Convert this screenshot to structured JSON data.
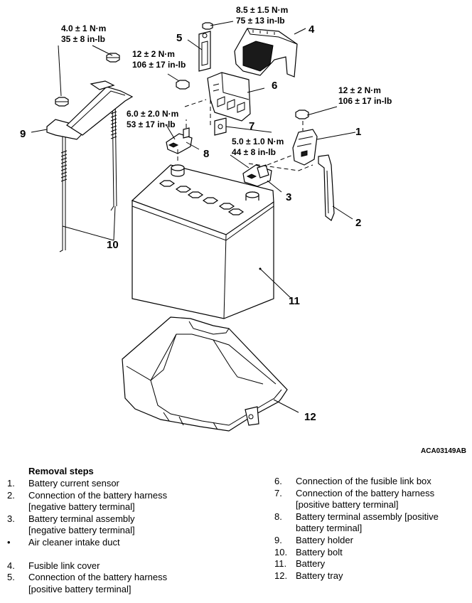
{
  "reference_code": "ACA03149AB",
  "callouts": [
    "1",
    "2",
    "3",
    "4",
    "5",
    "6",
    "7",
    "8",
    "9",
    "10",
    "11",
    "12"
  ],
  "torques": {
    "t_9": {
      "line1": "4.0 ± 1 N·m",
      "line2": "35 ± 8 in-lb"
    },
    "t_5": {
      "line1": "8.5 ± 1.5 N·m",
      "line2": "75 ± 13 in-lb"
    },
    "t_6": {
      "line1": "12 ± 2 N·m",
      "line2": "106 ± 17 in-lb"
    },
    "t_1": {
      "line1": "12 ± 2 N·m",
      "line2": "106 ± 17 in-lb"
    },
    "t_8": {
      "line1": "6.0 ± 2.0 N·m",
      "line2": "53 ± 17 in-lb"
    },
    "t_3": {
      "line1": "5.0 ± 1.0 N·m",
      "line2": "44 ± 8 in-lb"
    }
  },
  "removal": {
    "title": "Removal steps",
    "left": [
      {
        "num": "1.",
        "text": "Battery current sensor"
      },
      {
        "num": "2.",
        "text": "Connection of the battery harness [negative battery terminal]"
      },
      {
        "num": "3.",
        "text": "Battery terminal assembly [negative battery terminal]"
      },
      {
        "num": "•",
        "text": "Air cleaner intake duct"
      },
      {
        "num": "4.",
        "text": "Fusible link cover"
      },
      {
        "num": "5.",
        "text": "Connection of the battery harness [positive battery terminal]"
      }
    ],
    "right": [
      {
        "num": "6.",
        "text": "Connection of the fusible link box"
      },
      {
        "num": "7.",
        "text": "Connection of the battery harness [positive battery terminal]"
      },
      {
        "num": "8.",
        "text": "Battery terminal assembly [positive battery terminal]"
      },
      {
        "num": "9.",
        "text": "Battery holder"
      },
      {
        "num": "10.",
        "text": "Battery bolt"
      },
      {
        "num": "11.",
        "text": "Battery"
      },
      {
        "num": "12.",
        "text": "Battery tray"
      }
    ]
  }
}
